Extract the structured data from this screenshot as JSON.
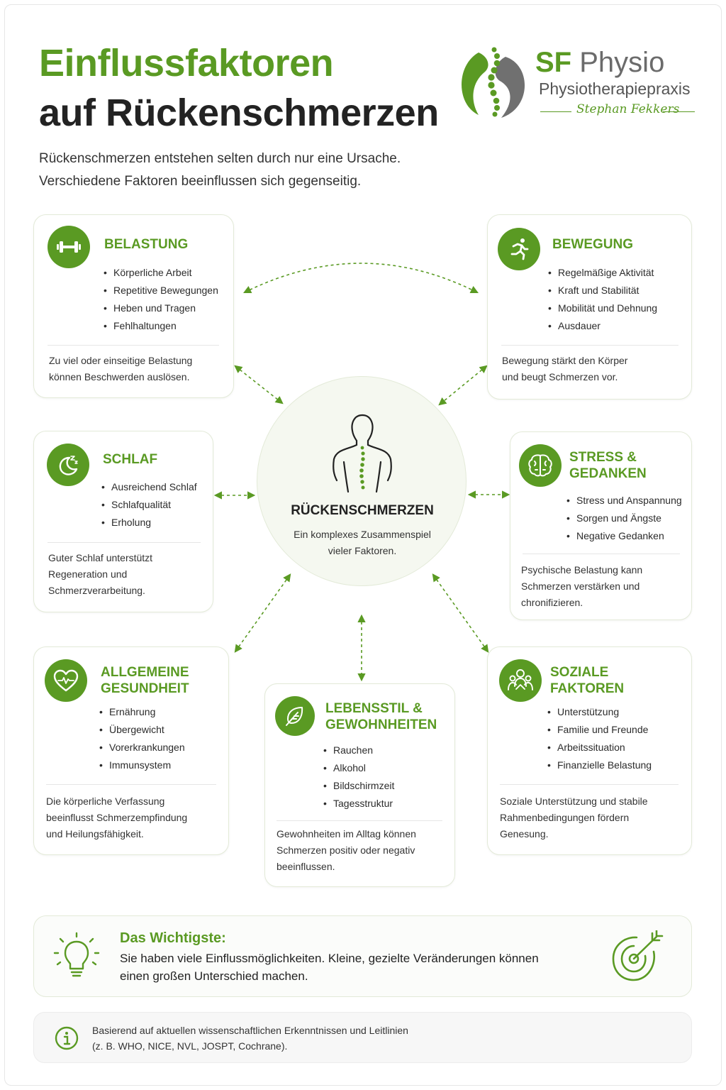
{
  "title": {
    "line1": "Einflussfaktoren",
    "line2": "auf Rückenschmerzen"
  },
  "intro": {
    "line1": "Rückenschmerzen entstehen selten durch nur eine Ursache.",
    "line2": "Verschiedene Faktoren beeinflussen sich gegenseitig."
  },
  "logo": {
    "brand_sf": "SF",
    "brand_physio": "Physio",
    "subtitle": "Physiotherapiepraxis",
    "signature": "Stephan Fekkers"
  },
  "colors": {
    "accent": "#5a9a23",
    "dark": "#232323",
    "card_border": "#e3ead8",
    "center_bg": "#f5f8f0"
  },
  "center": {
    "title": "RÜCKENSCHMERZEN",
    "sub1": "Ein komplexes Zusammenspiel",
    "sub2": "vieler Faktoren."
  },
  "cards": {
    "belastung": {
      "icon": "dumbbell-icon",
      "title1": "BELASTUNG",
      "items": [
        "Körperliche Arbeit",
        "Repetitive Bewegungen",
        "Heben und Tragen",
        "Fehlhaltungen"
      ],
      "desc1": "Zu viel oder einseitige Belastung",
      "desc2": "können Beschwerden auslösen."
    },
    "bewegung": {
      "icon": "running-person-icon",
      "title1": "BEWEGUNG",
      "items": [
        "Regelmäßige Aktivität",
        "Kraft und Stabilität",
        "Mobilität und Dehnung",
        "Ausdauer"
      ],
      "desc1": "Bewegung stärkt den Körper",
      "desc2": "und beugt Schmerzen vor."
    },
    "schlaf": {
      "icon": "moon-sleep-icon",
      "title1": "SCHLAF",
      "items": [
        "Ausreichend Schlaf",
        "Schlafqualität",
        "Erholung"
      ],
      "desc1": "Guter Schlaf unterstützt",
      "desc2": "Regeneration und",
      "desc3": "Schmerzverarbeitung."
    },
    "stress": {
      "icon": "brain-icon",
      "title1": "STRESS &",
      "title2": "GEDANKEN",
      "items": [
        "Stress und Anspannung",
        "Sorgen und Ängste",
        "Negative Gedanken"
      ],
      "desc1": "Psychische Belastung kann",
      "desc2": "Schmerzen verstärken und",
      "desc3": "chronifizieren."
    },
    "gesundheit": {
      "icon": "heart-pulse-icon",
      "title1": "ALLGEMEINE",
      "title2": "GESUNDHEIT",
      "items": [
        "Ernährung",
        "Übergewicht",
        "Vorerkrankungen",
        "Immunsystem"
      ],
      "desc1": "Die körperliche Verfassung",
      "desc2": "beeinflusst Schmerzempfindung",
      "desc3": "und Heilungsfähigkeit."
    },
    "lebensstil": {
      "icon": "leaf-icon",
      "title1": "LEBENSSTIL &",
      "title2": "GEWOHNHEITEN",
      "items": [
        "Rauchen",
        "Alkohol",
        "Bildschirmzeit",
        "Tagesstruktur"
      ],
      "desc1": "Gewohnheiten im Alltag können",
      "desc2": "Schmerzen positiv oder negativ",
      "desc3": "beeinflussen."
    },
    "soziale": {
      "icon": "people-icon",
      "title1": "SOZIALE",
      "title2": "FAKTOREN",
      "items": [
        "Unterstützung",
        "Familie und Freunde",
        "Arbeitssituation",
        "Finanzielle Belastung"
      ],
      "desc1": "Soziale Unterstützung und stabile",
      "desc2": "Rahmenbedingungen fördern",
      "desc3": "Genesung."
    }
  },
  "important": {
    "icon": "lightbulb-icon",
    "icon_right": "target-icon",
    "title": "Das Wichtigste:",
    "line1": "Sie haben viele Einflussmöglichkeiten. Kleine, gezielte Veränderungen können",
    "line2": "einen großen Unterschied machen."
  },
  "info": {
    "icon": "info-icon",
    "line1": "Basierend auf aktuellen wissenschaftlichen Erkenntnissen und Leitlinien",
    "line2": "(z. B. WHO, NICE, NVL, JOSPT, Cochrane)."
  }
}
